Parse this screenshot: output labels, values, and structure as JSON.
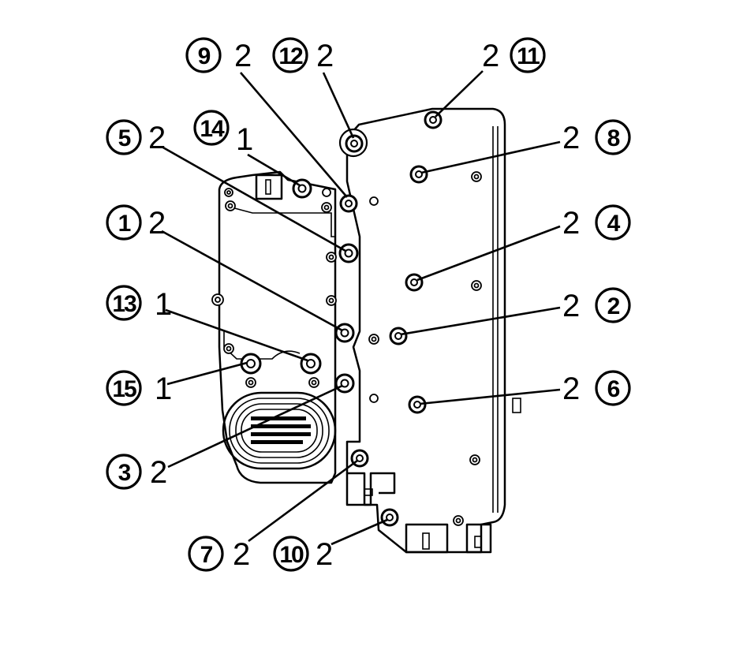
{
  "diagram": {
    "callouts": [
      {
        "id": "9",
        "qty": "2"
      },
      {
        "id": "12",
        "qty": "2"
      },
      {
        "id": "11",
        "qty": "2"
      },
      {
        "id": "14",
        "qty": "1"
      },
      {
        "id": "5",
        "qty": "2"
      },
      {
        "id": "8",
        "qty": "2"
      },
      {
        "id": "1",
        "qty": "2"
      },
      {
        "id": "4",
        "qty": "2"
      },
      {
        "id": "13",
        "qty": "1"
      },
      {
        "id": "2",
        "qty": "2"
      },
      {
        "id": "15",
        "qty": "1"
      },
      {
        "id": "6",
        "qty": "2"
      },
      {
        "id": "3",
        "qty": "2"
      },
      {
        "id": "7",
        "qty": "2"
      },
      {
        "id": "10",
        "qty": "2"
      }
    ]
  }
}
